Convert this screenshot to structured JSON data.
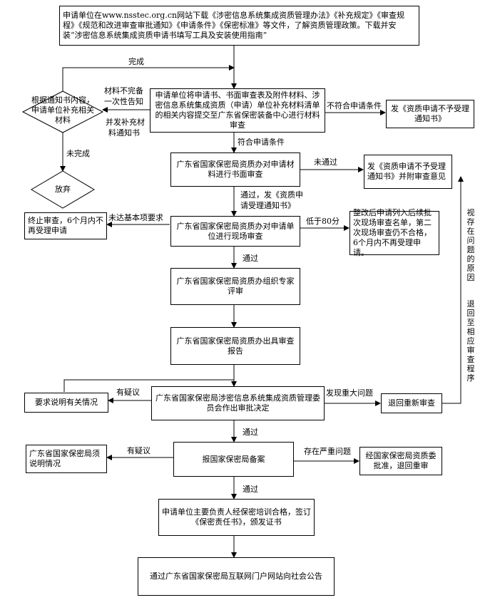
{
  "boxes": {
    "download": "申请单位在www.nsstec.org.cn网站下载《涉密信息系统集成资质管理办法》《补充规定》《审查规程》《规范和改进审查审批通知》《申请条件》《保密标准》等文件，了解资质管理政策。下载并安装“涉密信息系统集成资质申请书填写工具及安装使用指南”",
    "submit": "申请单位将申请书、书面审查表及附件材料、涉密信息系统集成资质（申请）单位补充材料清单的相关内容提交至广东省保密装备中心进行材料审查",
    "notice_not_accept": "发《资质申请不予受理通知书》",
    "written_review": "广东省国家保密局资质办对申请材料进行书面审查",
    "notice_not_accept_2": "发《资质申请不予受理通知书》并附审查意见",
    "terminate": "终止审查，6个月内不再受理申请",
    "onsite_review": "广东省国家保密局资质办对申请单位进行现场审查",
    "rectify": "整改后申请列入后续批次现场审查名单，第二次现场审查仍不合格，6个月内不再受理申请。",
    "expert_review": "广东省国家保密局资质办组织专家评审",
    "report": "广东省国家保密局资质办出具审查报告",
    "explain": "要求说明有关情况",
    "committee": "广东省国家保密局涉密信息系统集成资质管理委员会作出审批决定",
    "return_review": "退回重新审查",
    "guangdong_explain": "广东省国家保密局须说明情况",
    "file": "报国家保密局备案",
    "approve_return": "经国家保密局资质委批准，退回重审",
    "training": "申请单位主要负责人经保密培训合格，签订《保密责任书》，颁发证书",
    "announce": "通过广东省国家保密局互联网门户网站向社会公告"
  },
  "diamonds": {
    "supplement": "根据通知书内容，申请单位补充相关材料",
    "abandon": "放弃"
  },
  "labels": {
    "complete": "完成",
    "incomplete_line1": "材料不完备",
    "incomplete_line2": "一次性告知",
    "incomplete_line3": "并发补充材",
    "incomplete_line4": "料通知书",
    "not_complete": "未完成",
    "not_meet": "不符合申请条件",
    "meet": "符合申请条件",
    "failed": "未通过",
    "passed_notice_line1": "通过，发《资质申",
    "passed_notice_line2": "请受理通知书》",
    "not_basic": "未达基本项要求",
    "below80": "低于80分",
    "passed_1": "通过",
    "doubt_1": "有疑议",
    "major_issue": "发现重大问题",
    "passed_2": "通过",
    "doubt_2": "有疑议",
    "serious_issue": "存在严重问题",
    "passed_3": "通过",
    "vertical_1": "视存在问题的原因",
    "vertical_2": "退回至相应审查程序"
  }
}
